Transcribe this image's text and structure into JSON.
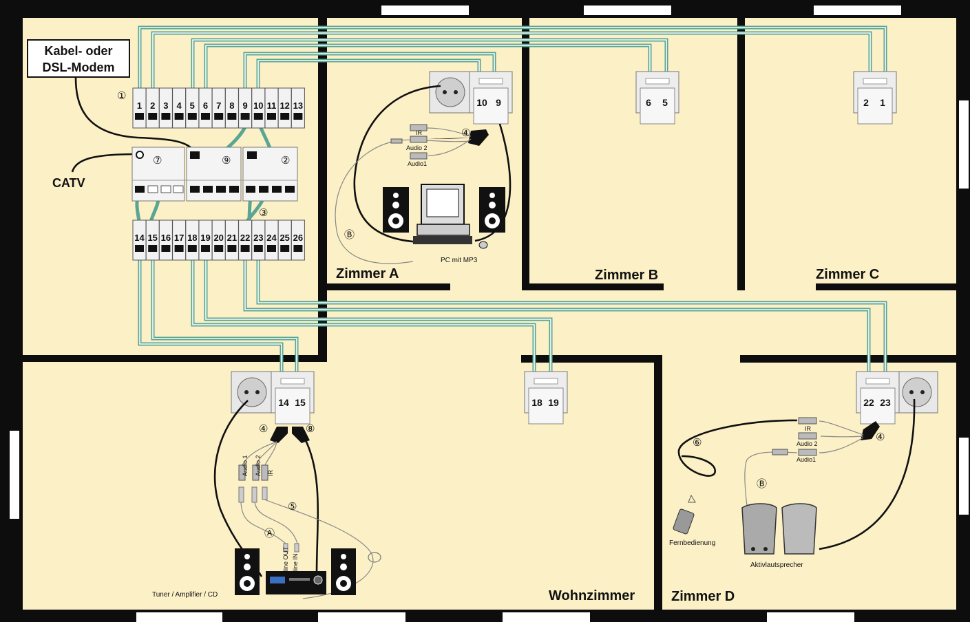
{
  "labels": {
    "modem_line1": "Kabel- oder",
    "modem_line2": "DSL-Modem",
    "catv": "CATV",
    "room_a": "Zimmer A",
    "room_b": "Zimmer B",
    "room_c": "Zimmer C",
    "room_d": "Zimmer D",
    "wohnzimmer": "Wohnzimmer",
    "pc": "PC mit MP3",
    "tuner": "Tuner / Amplifier / CD",
    "remote": "Fernbedienung",
    "active_speakers": "Aktivlautsprecher",
    "ir": "IR",
    "audio2": "Audio 2",
    "audio1": "Audio1",
    "audio1_sp": "Audio 1",
    "line_out": "line OUT",
    "line_in": "line IN"
  },
  "markers": {
    "m1": "①",
    "m2": "②",
    "m3": "③",
    "m4": "④",
    "m5": "⑤",
    "m6": "⑥",
    "m7": "⑦",
    "m8": "⑧",
    "m9": "⑨",
    "mA": "Ⓐ",
    "mB": "Ⓑ"
  },
  "patch_top": [
    "1",
    "2",
    "3",
    "4",
    "5",
    "6",
    "7",
    "8",
    "9",
    "10",
    "11",
    "12",
    "13"
  ],
  "patch_bottom": [
    "14",
    "15",
    "16",
    "17",
    "18",
    "19",
    "20",
    "21",
    "22",
    "23",
    "24",
    "25",
    "26"
  ],
  "sockets": {
    "room_a": [
      "10",
      "9"
    ],
    "room_b": [
      "6",
      "5"
    ],
    "room_c": [
      "2",
      "1"
    ],
    "living": [
      "14",
      "15"
    ],
    "mid": [
      "18",
      "19"
    ],
    "room_d": [
      "22",
      "23"
    ]
  },
  "colors": {
    "floor": "#fbf0c6",
    "wall": "#0d0d0d",
    "cable_green": "#5aa593"
  }
}
